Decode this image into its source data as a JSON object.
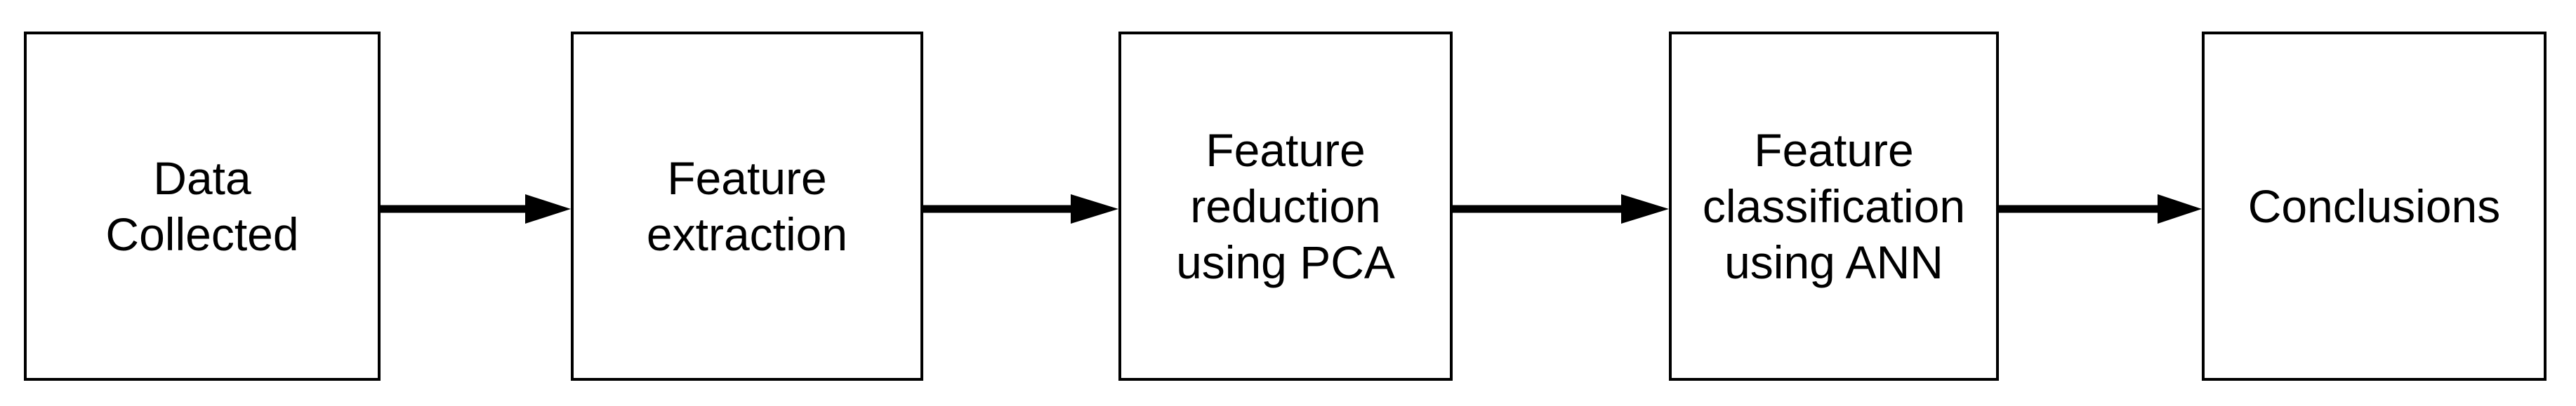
{
  "diagram": {
    "type": "flowchart",
    "orientation": "left-to-right",
    "background_color": "#ffffff",
    "stroke_color": "#000000",
    "text_color": "#000000",
    "nodes": [
      {
        "id": "data-collected",
        "label": "Data\nCollected"
      },
      {
        "id": "feature-extraction",
        "label": "Feature\nextraction"
      },
      {
        "id": "feature-reduction-pca",
        "label": "Feature\nreduction\nusing PCA"
      },
      {
        "id": "feature-classification-ann",
        "label": "Feature\nclassification\nusing ANN"
      },
      {
        "id": "conclusions",
        "label": "Conclusions"
      }
    ],
    "edges": [
      {
        "id": "edge-1",
        "from": "data-collected",
        "to": "feature-extraction",
        "arrow": "filled-triangle"
      },
      {
        "id": "edge-2",
        "from": "feature-extraction",
        "to": "feature-reduction-pca",
        "arrow": "filled-triangle"
      },
      {
        "id": "edge-3",
        "from": "feature-reduction-pca",
        "to": "feature-classification-ann",
        "arrow": "filled-triangle"
      },
      {
        "id": "edge-4",
        "from": "feature-classification-ann",
        "to": "conclusions",
        "arrow": "filled-triangle"
      }
    ]
  }
}
